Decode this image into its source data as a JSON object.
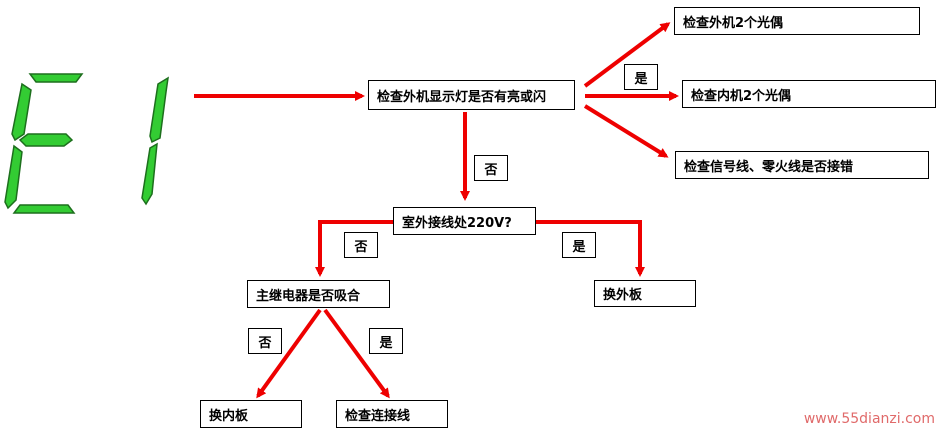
{
  "display": {
    "code": "E1",
    "color": "#33cc33"
  },
  "nodes": {
    "check_light": "检查外机显示灯是否有亮或闪",
    "check_out_opto": "检查外机2个光偶",
    "check_in_opto": "检查内机2个光偶",
    "check_signal": "检查信号线、零火线是否接错",
    "check_220v": "室外接线处220V?",
    "check_relay": "主继电器是否吸合",
    "replace_outer": "换外板",
    "replace_inner": "换内板",
    "check_wiring": "检查连接线"
  },
  "labels": {
    "yes_light": "是",
    "no_light": "否",
    "no_220v": "否",
    "yes_220v": "是",
    "no_relay": "否",
    "yes_relay": "是"
  },
  "arrow_color": "#ee0000",
  "watermark": "www.55dianzi.com"
}
